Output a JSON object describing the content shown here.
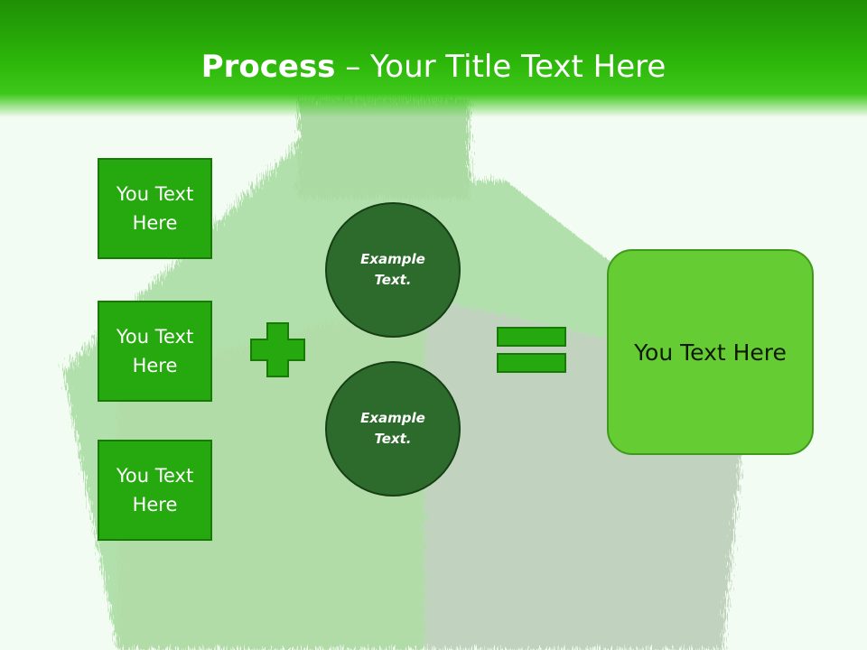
{
  "title": {
    "bold": "Process",
    "rest": " – Your Title Text Here"
  },
  "left_boxes": [
    {
      "label": "You Text Here"
    },
    {
      "label": "You Text Here"
    },
    {
      "label": "You Text Here"
    }
  ],
  "circles": [
    {
      "label": "Example Text."
    },
    {
      "label": "Example Text."
    }
  ],
  "result": {
    "label": "You Text Here"
  },
  "colors": {
    "header_green": "#2db80a",
    "box_green": "#25a90e",
    "circle_dark_green": "#2d6b2d",
    "result_green": "#66cc33",
    "background": "#f2fcf2"
  }
}
